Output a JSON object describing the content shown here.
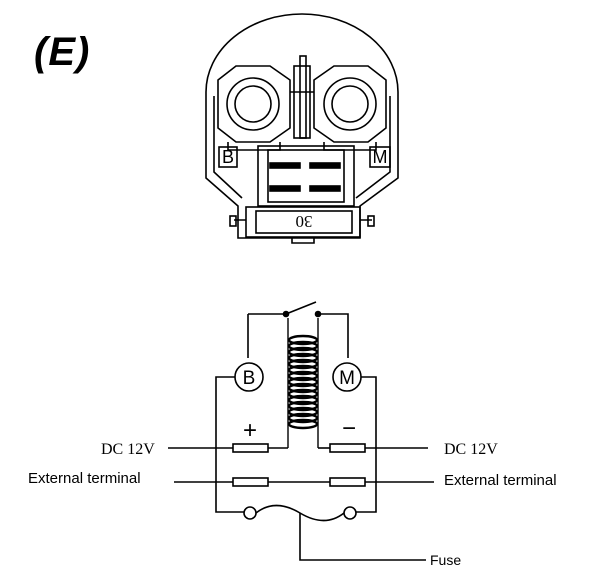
{
  "panel_label": "(E)",
  "housing": {
    "terminal_left_letter": "B",
    "terminal_right_letter": "M",
    "rating_code": "30"
  },
  "schematic": {
    "node_b": "B",
    "node_m": "M",
    "plus_sign": "+",
    "minus_sign": "−",
    "dc_left": "DC 12V",
    "dc_right": "DC 12V",
    "external_left": "External terminal",
    "external_right": "External terminal",
    "fuse": "Fuse"
  },
  "colors": {
    "line": "#000000",
    "background": "#ffffff"
  }
}
